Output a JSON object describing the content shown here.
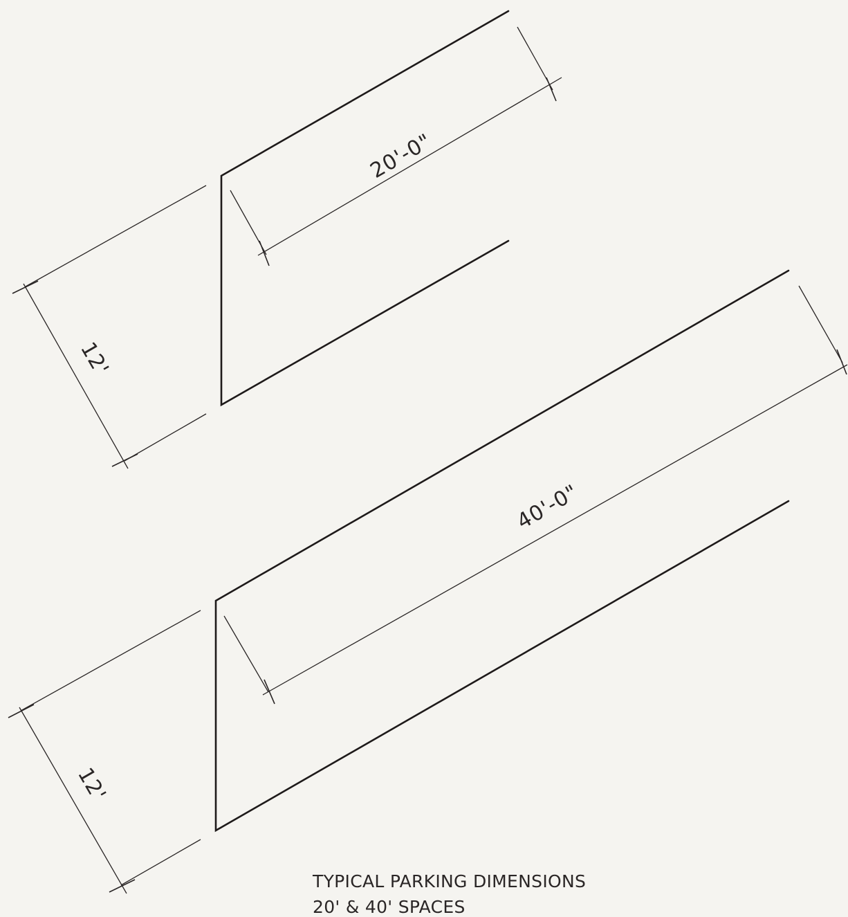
{
  "diagram": {
    "dimensions": {
      "stall_20_length": "20'-0\"",
      "stall_20_width": "12'",
      "stall_40_length": "40'-0\"",
      "stall_40_width": "12'"
    },
    "caption": {
      "line1": "TYPICAL PARKING DIMENSIONS",
      "line2": "20' & 40' SPACES"
    }
  }
}
